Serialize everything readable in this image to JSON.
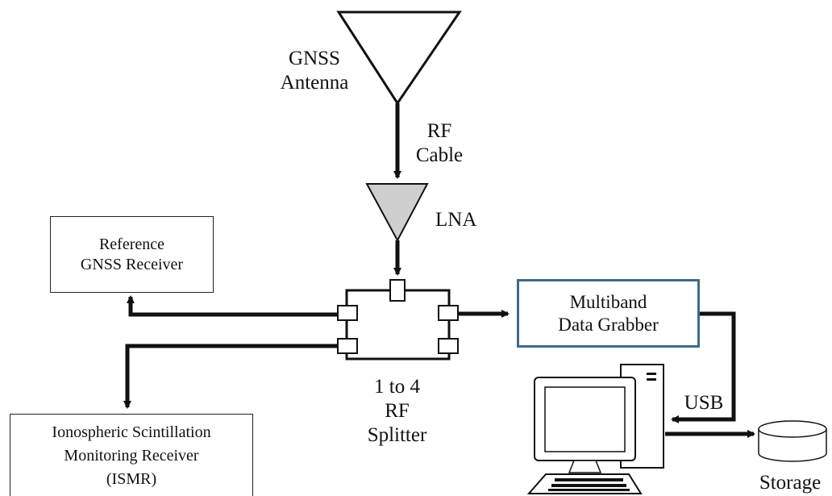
{
  "labels": {
    "antenna": [
      "GNSS",
      "Antenna"
    ],
    "rf_cable": [
      "RF",
      "Cable"
    ],
    "lna": "LNA",
    "splitter": [
      "1 to 4",
      "RF",
      "Splitter"
    ],
    "usb": "USB",
    "storage": "Storage"
  },
  "boxes": {
    "reference_receiver": [
      "Reference",
      "GNSS Receiver"
    ],
    "ismr": [
      "Ionospheric Scintillation",
      "Monitoring Receiver",
      "(ISMR)"
    ],
    "data_grabber": [
      "Multiband",
      "Data Grabber"
    ]
  },
  "colors": {
    "stroke": "#111111",
    "lna_fill": "#cfcfcf",
    "grabber_border": "#3e6a8a"
  }
}
